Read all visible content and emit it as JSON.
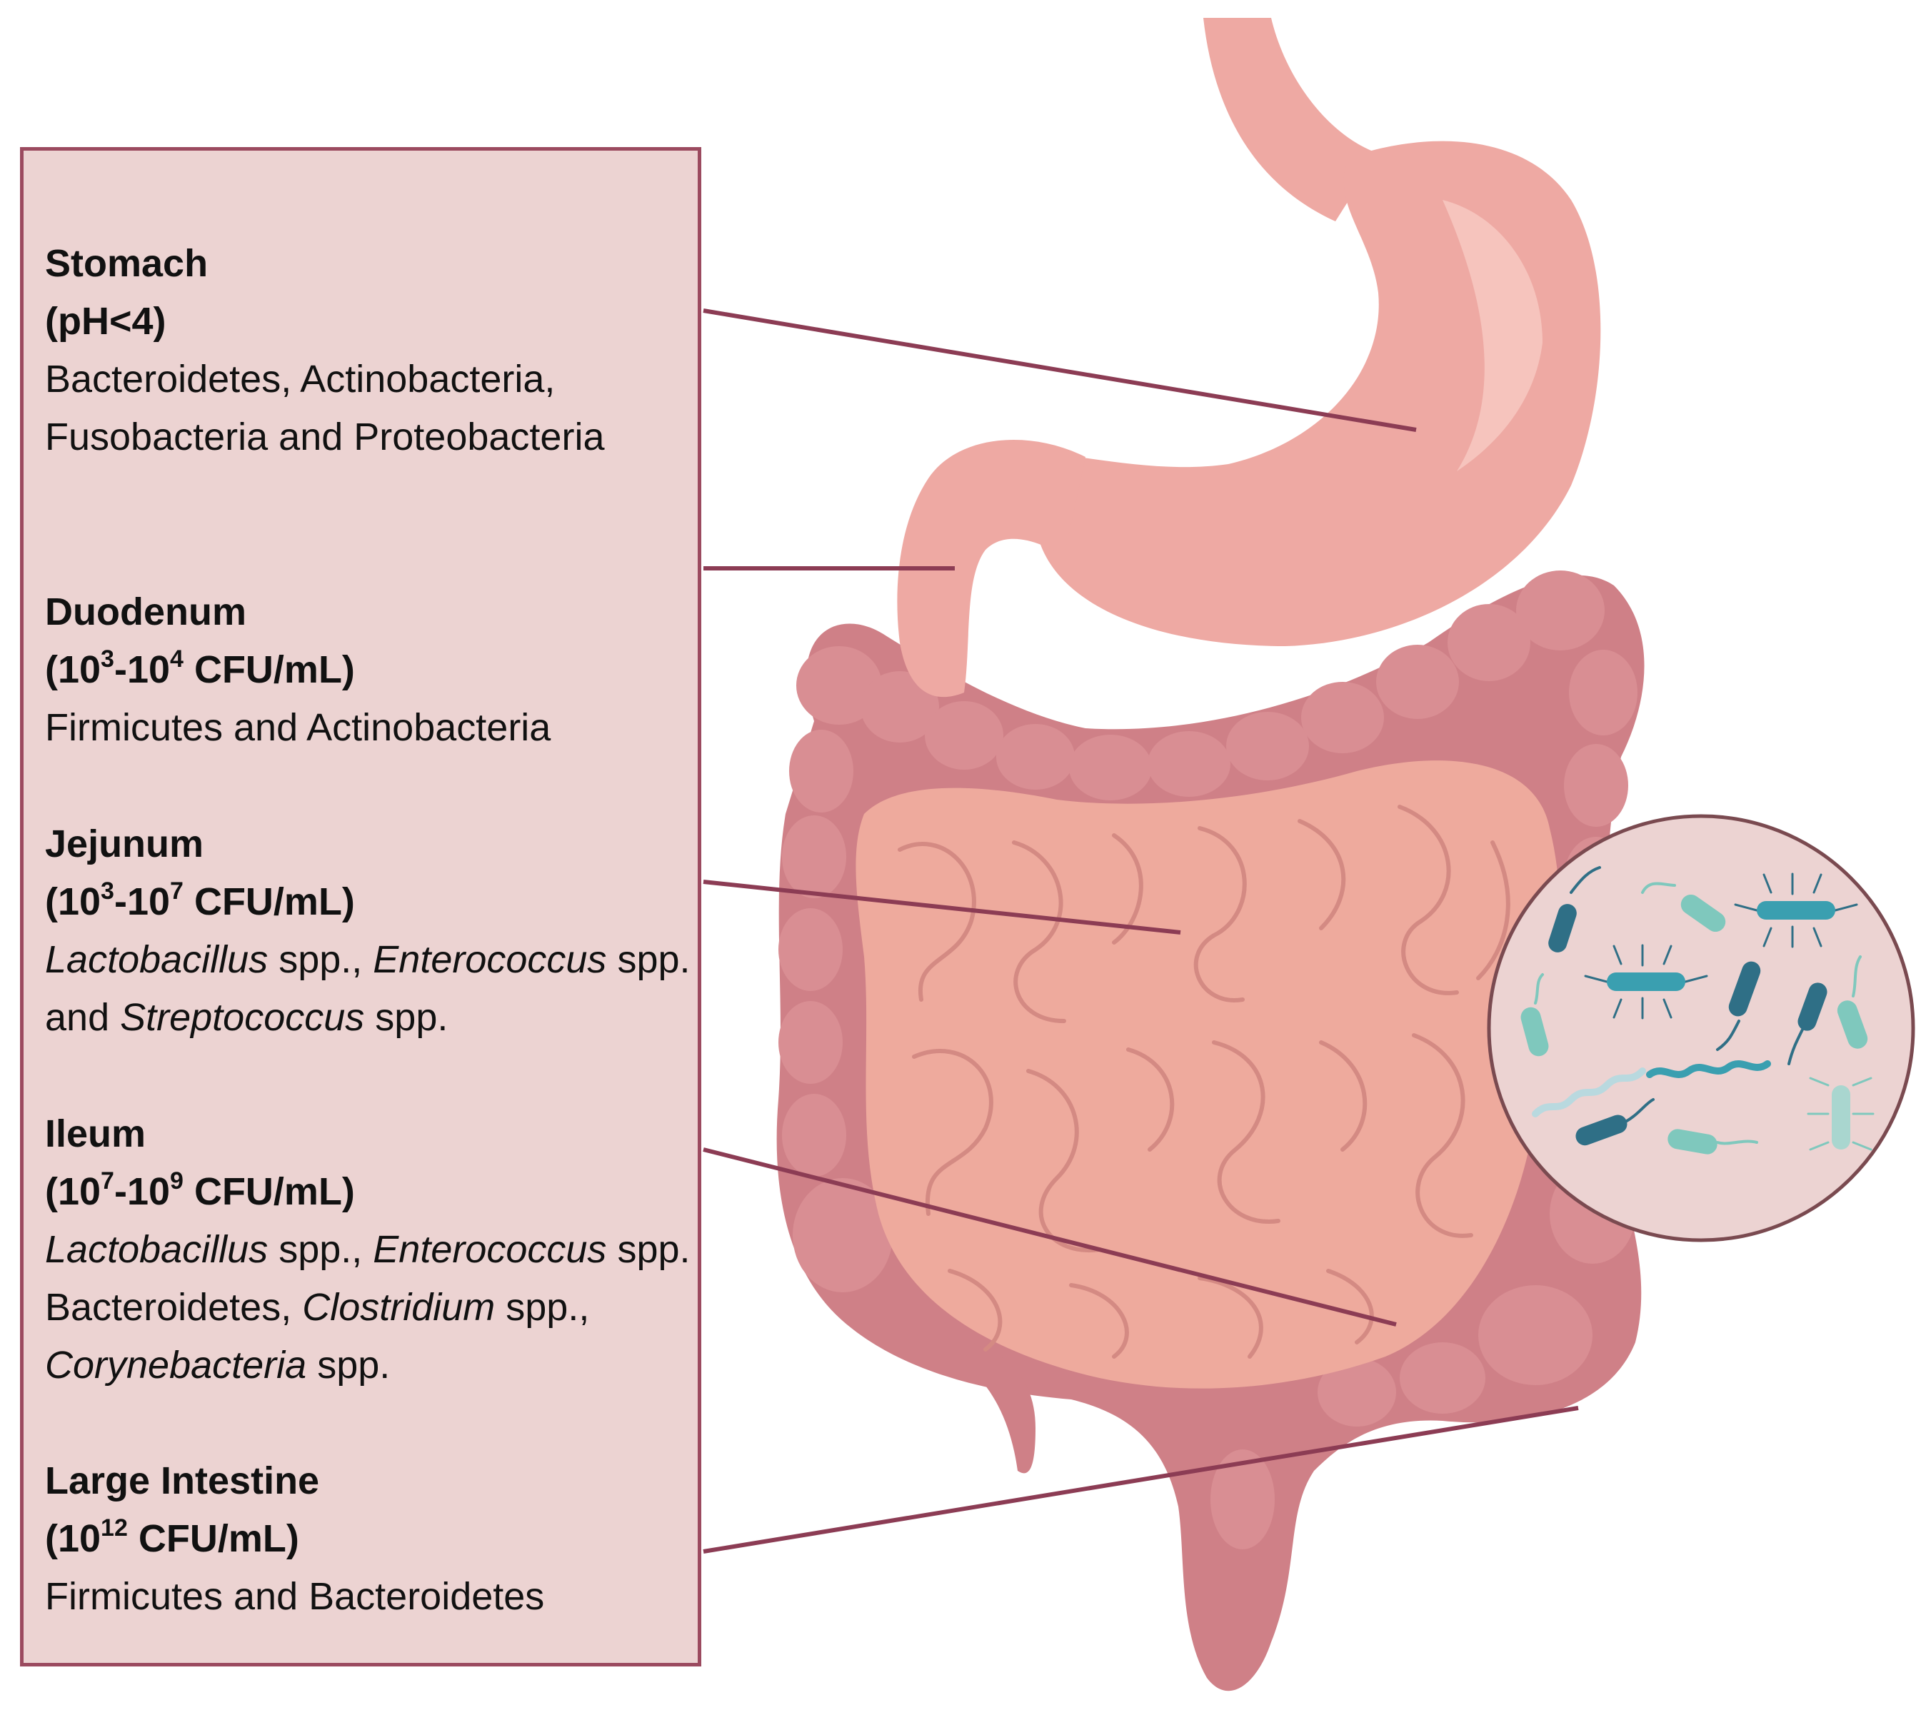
{
  "sections": {
    "stomach": {
      "title": "Stomach",
      "subtitle": "(pH<4)",
      "desc": "Bacteroidetes, Actinobacteria, Fusobacteria and Proteobacteria"
    },
    "duodenum": {
      "title": "Duodenum",
      "sub_open": "(10",
      "sub_e1": "3",
      "sub_mid": "-10",
      "sub_e2": "4",
      "sub_close": " CFU/mL)",
      "desc": "Firmicutes and Actinobacteria"
    },
    "jejunum": {
      "title": "Jejunum",
      "sub_open": "(10",
      "sub_e1": "3",
      "sub_mid": "-10",
      "sub_e2": "7",
      "sub_close": " CFU/mL)",
      "desc": [
        "Lactobacillus",
        " spp., ",
        "Enterococcus",
        " spp. and ",
        "Streptococcus",
        " spp."
      ]
    },
    "ileum": {
      "title": "Ileum",
      "sub_open": "(10",
      "sub_e1": "7",
      "sub_mid": "-10",
      "sub_e2": "9",
      "sub_close": " CFU/mL)",
      "desc": [
        "Lactobacillus",
        " spp., ",
        "Enterococcus",
        " spp. Bacteroidetes, ",
        "Clostridium",
        " spp., ",
        "Corynebacteria",
        " spp."
      ]
    },
    "large_intestine": {
      "title": "Large Intestine",
      "sub_open": "(10",
      "sub_e1": "12",
      "sub_close": " CFU/mL)",
      "desc": "Firmicutes and Bacteroidetes"
    }
  },
  "colors": {
    "panel_fill": "#ecd3d2",
    "panel_border": "#9b4a5f",
    "leader_line": "#8c3c54",
    "stomach": "#eea9a3",
    "colon": "#cf8087",
    "small_intestine": "#eeaa9d",
    "microbe_circle": "#ecd3d2",
    "microbe_dark": "#2f6f86",
    "microbe_light": "#7fc8bd"
  }
}
